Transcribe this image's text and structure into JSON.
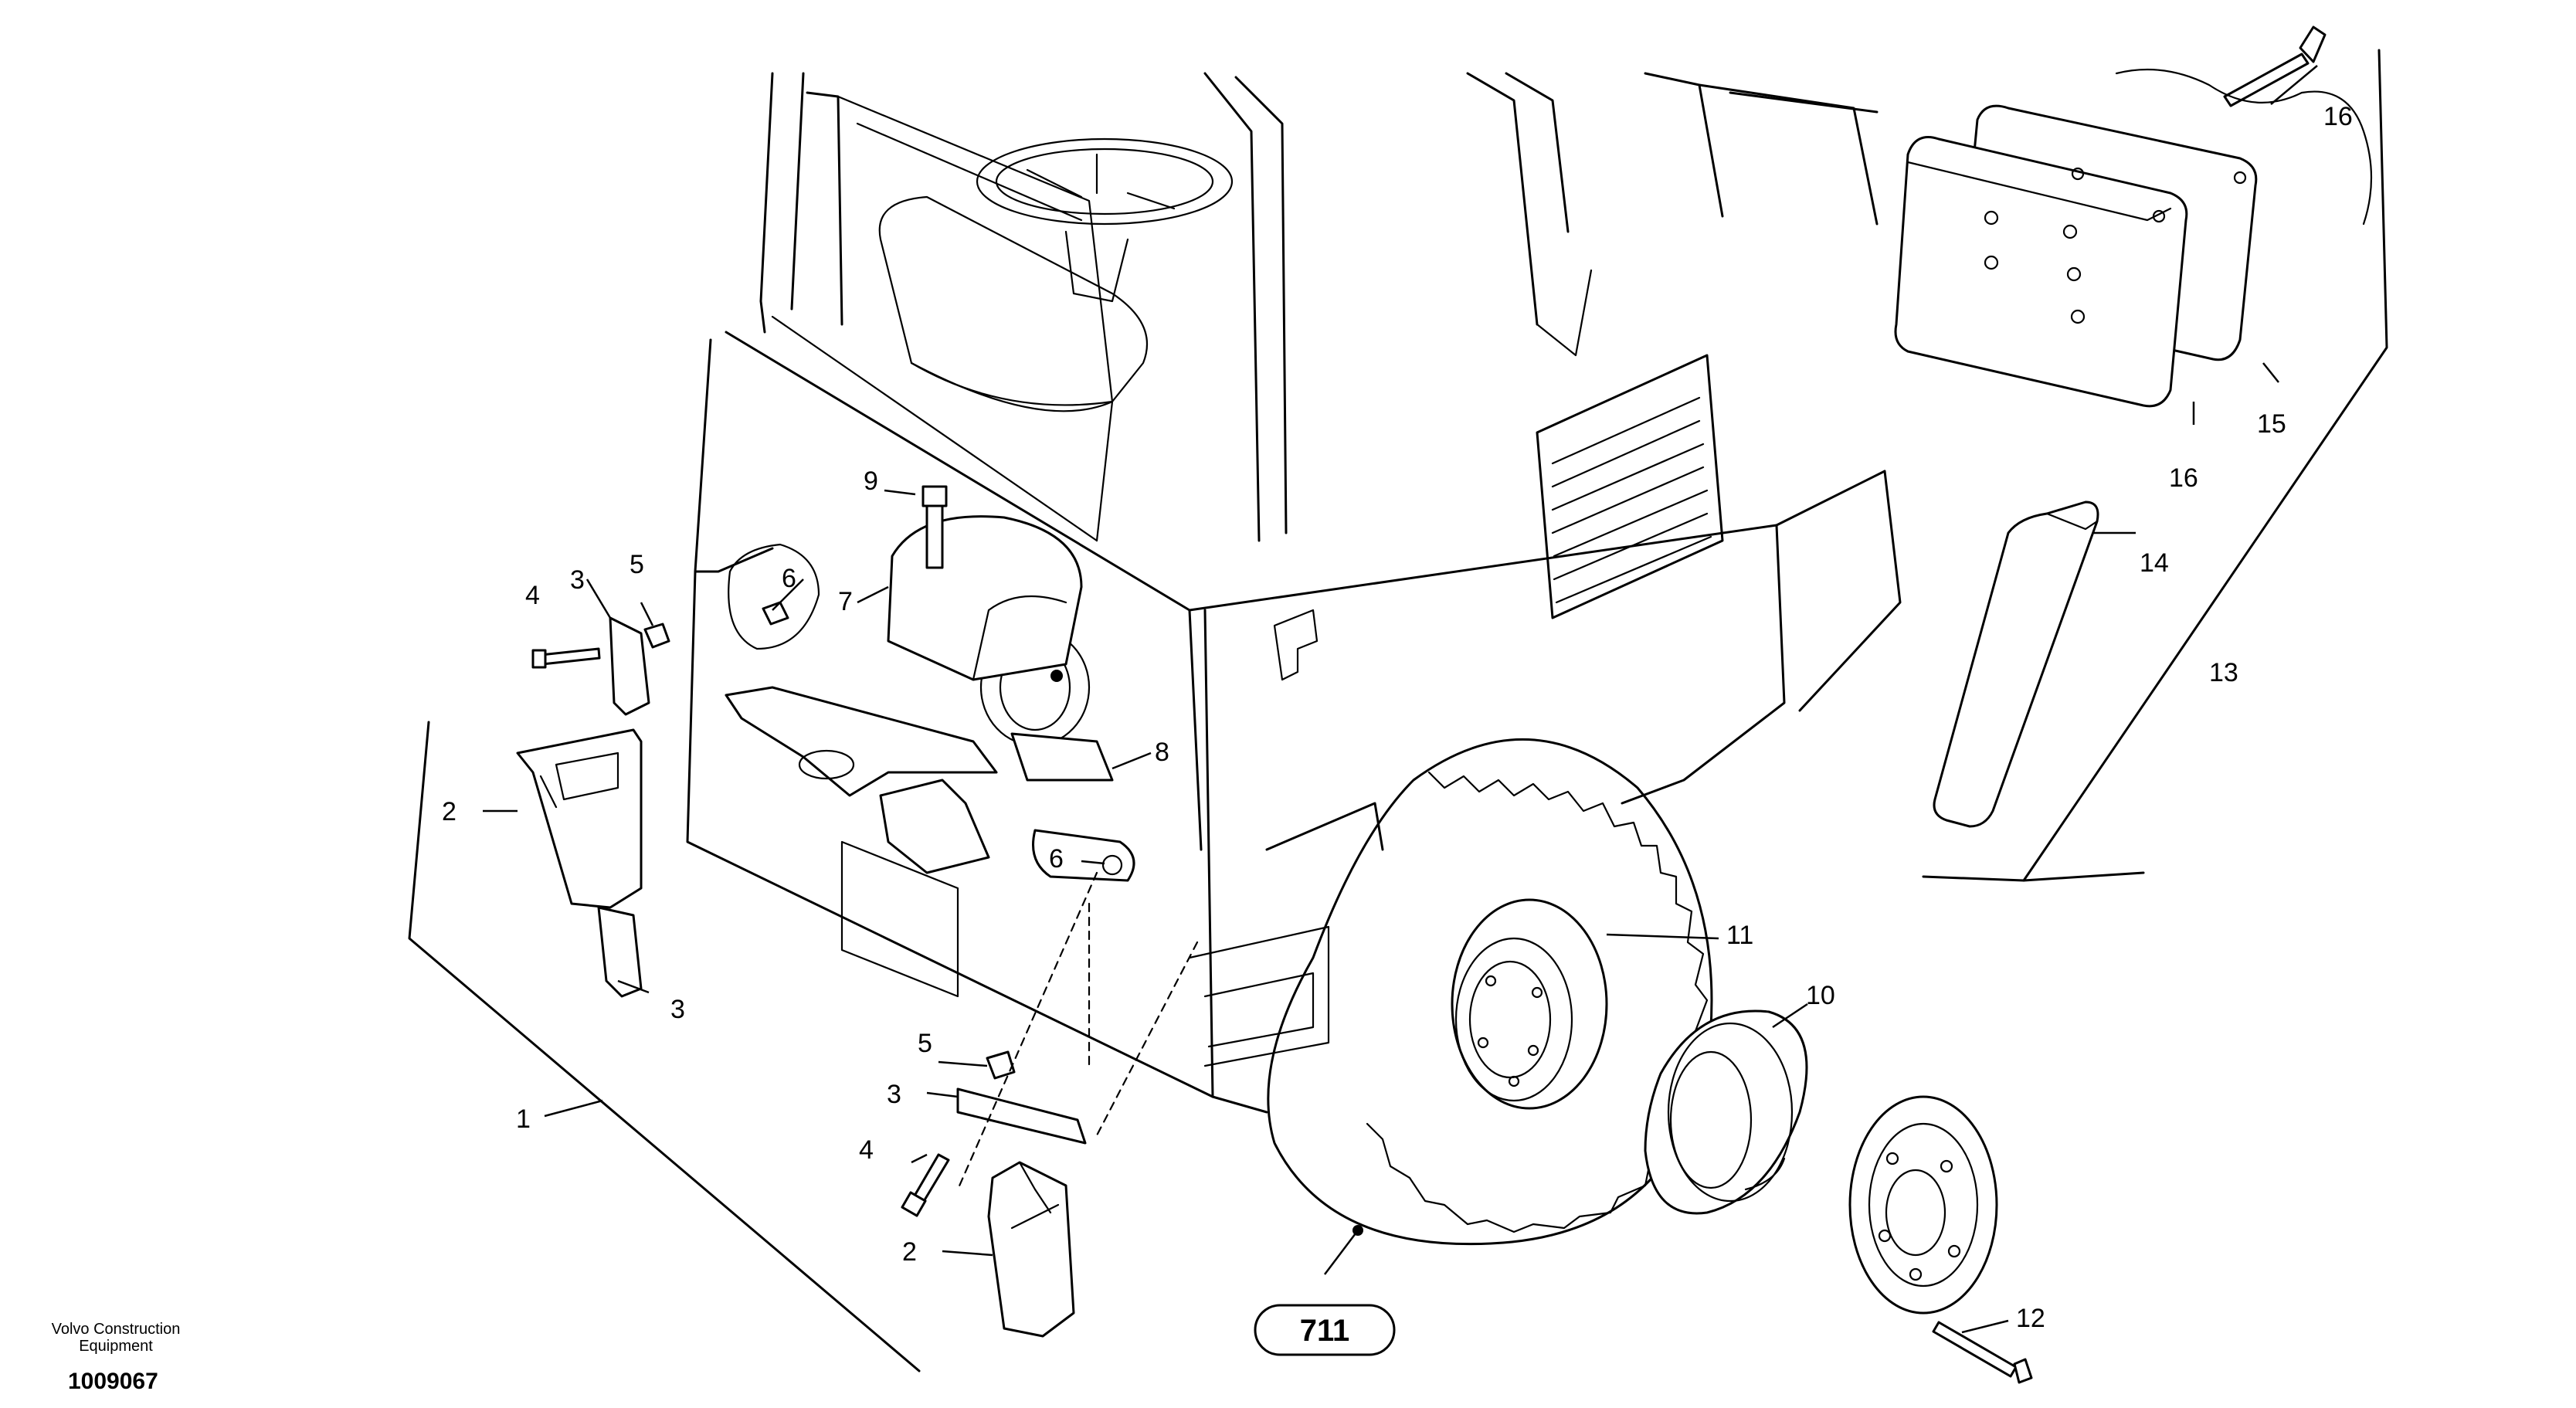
{
  "brand": {
    "line1": "Volvo Construction",
    "line2": "Equipment"
  },
  "document_number": "1009067",
  "reference_badge": "711",
  "callouts": {
    "c1": "1",
    "c2a": "2",
    "c2b": "2",
    "c3a": "3",
    "c3b": "3",
    "c3c": "3",
    "c4a": "4",
    "c4b": "4",
    "c5a": "5",
    "c5b": "5",
    "c6a": "6",
    "c6b": "6",
    "c7": "7",
    "c8": "8",
    "c9": "9",
    "c10": "10",
    "c11": "11",
    "c12": "12",
    "c13": "13",
    "c14": "14",
    "c15": "15",
    "c16a": "16",
    "c16b": "16"
  }
}
